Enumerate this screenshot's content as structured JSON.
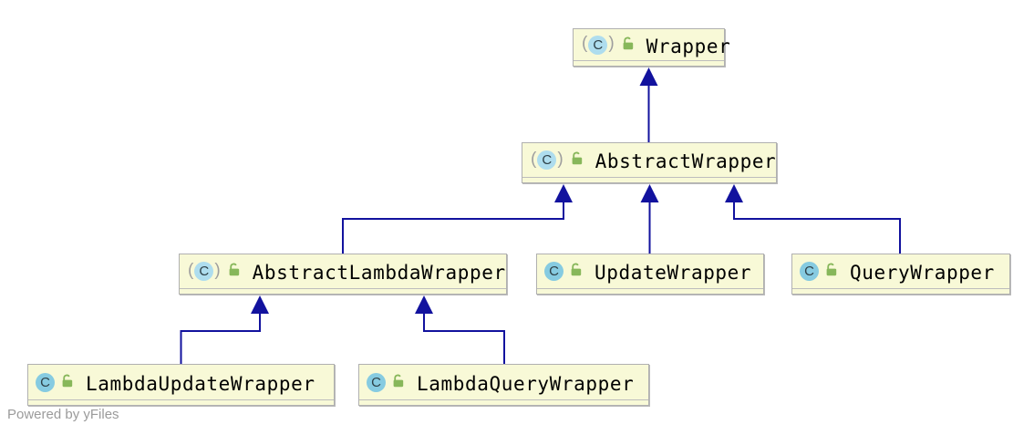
{
  "diagram": {
    "title": "Wrapper class inheritance diagram",
    "type": "uml-class-diagram",
    "colors": {
      "background": "#ffffff",
      "node_fill": "#f8f9d7",
      "node_border": "#b0b0b0",
      "edge": "#12129e",
      "class_badge_fill": "#86cbe1",
      "abstract_badge_fill": "#aeddee",
      "lock_green": "#87b75a",
      "watermark_gray": "#9b9b9b"
    },
    "watermark": "Powered by yFiles",
    "nodes": [
      {
        "id": "wrapper",
        "label": "Wrapper",
        "abstract": true,
        "icons": [
          "class-icon",
          "unlocked-public-icon"
        ]
      },
      {
        "id": "abstract-wrapper",
        "label": "AbstractWrapper",
        "abstract": true,
        "icons": [
          "class-icon",
          "unlocked-public-icon"
        ]
      },
      {
        "id": "abstract-lambda-wrapper",
        "label": "AbstractLambdaWrapper",
        "abstract": true,
        "icons": [
          "class-icon",
          "unlocked-public-icon"
        ]
      },
      {
        "id": "update-wrapper",
        "label": "UpdateWrapper",
        "abstract": false,
        "icons": [
          "class-icon",
          "unlocked-public-icon"
        ]
      },
      {
        "id": "query-wrapper",
        "label": "QueryWrapper",
        "abstract": false,
        "icons": [
          "class-icon",
          "unlocked-public-icon"
        ]
      },
      {
        "id": "lambda-update-wrapper",
        "label": "LambdaUpdateWrapper",
        "abstract": false,
        "icons": [
          "class-icon",
          "unlocked-public-icon"
        ]
      },
      {
        "id": "lambda-query-wrapper",
        "label": "LambdaQueryWrapper",
        "abstract": false,
        "icons": [
          "class-icon",
          "unlocked-public-icon"
        ]
      }
    ],
    "edges": [
      {
        "from": "AbstractWrapper",
        "to": "Wrapper",
        "type": "inheritance"
      },
      {
        "from": "AbstractLambdaWrapper",
        "to": "AbstractWrapper",
        "type": "inheritance"
      },
      {
        "from": "UpdateWrapper",
        "to": "AbstractWrapper",
        "type": "inheritance"
      },
      {
        "from": "QueryWrapper",
        "to": "AbstractWrapper",
        "type": "inheritance"
      },
      {
        "from": "LambdaUpdateWrapper",
        "to": "AbstractLambdaWrapper",
        "type": "inheritance"
      },
      {
        "from": "LambdaQueryWrapper",
        "to": "AbstractLambdaWrapper",
        "type": "inheritance"
      }
    ]
  }
}
